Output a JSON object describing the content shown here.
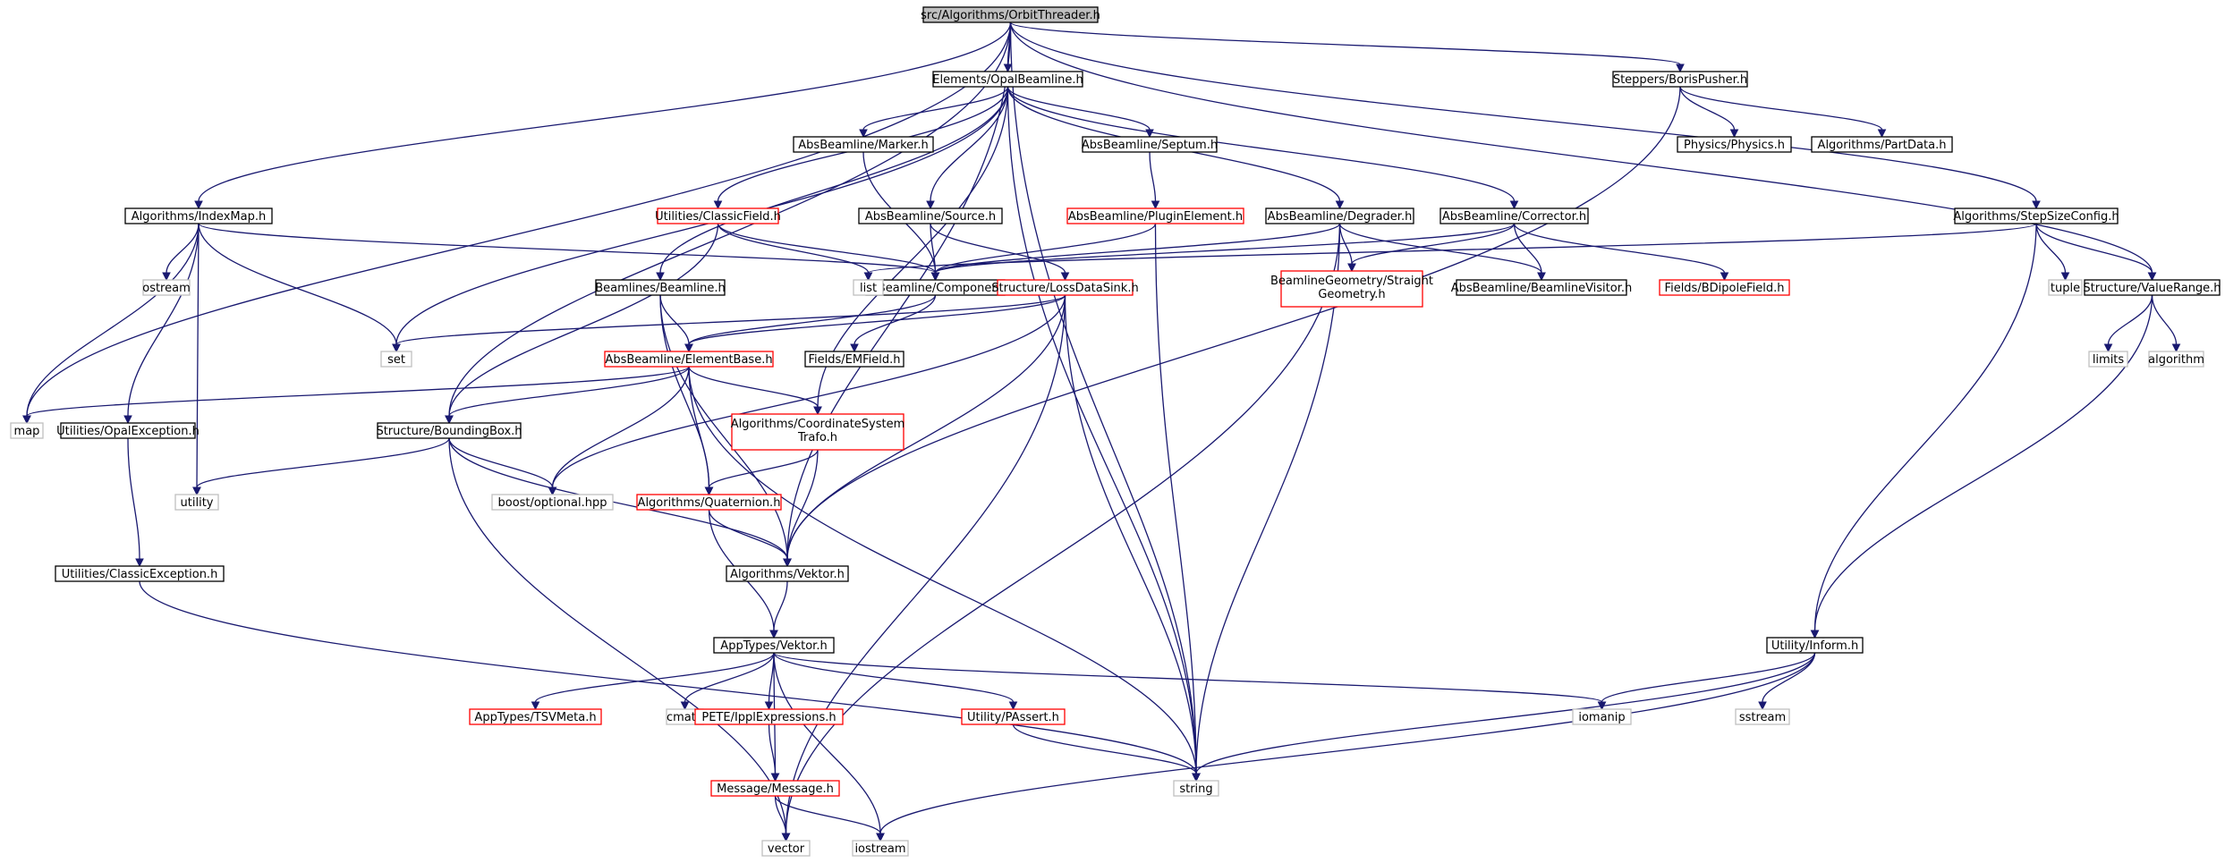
{
  "graph": {
    "colors": {
      "edge": "#191970",
      "root_fill": "#bfbfbf",
      "documented_border": "#000000",
      "truncated_border": "#ff0000",
      "external_border": "#bfbfbf",
      "external_text": "#000000"
    },
    "nodes": {
      "orbit": {
        "label": "src/Algorithms/OrbitThreader.h",
        "kind": "root"
      },
      "opal": {
        "label": "Elements/OpalBeamline.h",
        "kind": "normal"
      },
      "boris": {
        "label": "Steppers/BorisPusher.h",
        "kind": "normal"
      },
      "physics": {
        "label": "Physics/Physics.h",
        "kind": "normal"
      },
      "partdata": {
        "label": "Algorithms/PartData.h",
        "kind": "normal"
      },
      "marker": {
        "label": "AbsBeamline/Marker.h",
        "kind": "normal"
      },
      "septum": {
        "label": "AbsBeamline/Septum.h",
        "kind": "normal"
      },
      "indexmap": {
        "label": "Algorithms/IndexMap.h",
        "kind": "normal"
      },
      "classicfield": {
        "label": "Utilities/ClassicField.h",
        "kind": "truncated"
      },
      "source": {
        "label": "AbsBeamline/Source.h",
        "kind": "normal"
      },
      "plugin": {
        "label": "AbsBeamline/PluginElement.h",
        "kind": "truncated"
      },
      "degrader": {
        "label": "AbsBeamline/Degrader.h",
        "kind": "normal"
      },
      "corrector": {
        "label": "AbsBeamline/Corrector.h",
        "kind": "normal"
      },
      "stepsize": {
        "label": "Algorithms/StepSizeConfig.h",
        "kind": "normal"
      },
      "ostream": {
        "label": "ostream",
        "kind": "external"
      },
      "beamline": {
        "label": "Beamlines/Beamline.h",
        "kind": "normal"
      },
      "component": {
        "label": "AbsBeamline/Component.h",
        "kind": "normal"
      },
      "list": {
        "label": "list",
        "kind": "external"
      },
      "lossds": {
        "label": "Structure/LossDataSink.h",
        "kind": "truncated"
      },
      "straightgeo": {
        "label": "BeamlineGeometry/Straight",
        "label2": "Geometry.h",
        "kind": "truncated"
      },
      "visitor": {
        "label": "AbsBeamline/BeamlineVisitor.h",
        "kind": "normal"
      },
      "bdipole": {
        "label": "Fields/BDipoleField.h",
        "kind": "truncated"
      },
      "tuple": {
        "label": "tuple",
        "kind": "external"
      },
      "valuerange": {
        "label": "Structure/ValueRange.h",
        "kind": "normal"
      },
      "set": {
        "label": "set",
        "kind": "external"
      },
      "elementbase": {
        "label": "AbsBeamline/ElementBase.h",
        "kind": "truncated"
      },
      "emfield": {
        "label": "Fields/EMField.h",
        "kind": "normal"
      },
      "limits": {
        "label": "limits",
        "kind": "external"
      },
      "algorithm": {
        "label": "algorithm",
        "kind": "external"
      },
      "map": {
        "label": "map",
        "kind": "external"
      },
      "opalexc": {
        "label": "Utilities/OpalException.h",
        "kind": "normal"
      },
      "bbox": {
        "label": "Structure/BoundingBox.h",
        "kind": "normal"
      },
      "coordtrafo": {
        "label": "Algorithms/CoordinateSystem",
        "label2": "Trafo.h",
        "kind": "truncated"
      },
      "utility": {
        "label": "utility",
        "kind": "external"
      },
      "boostopt": {
        "label": "boost/optional.hpp",
        "kind": "external"
      },
      "quaternion": {
        "label": "Algorithms/Quaternion.h",
        "kind": "truncated"
      },
      "classicexc": {
        "label": "Utilities/ClassicException.h",
        "kind": "normal"
      },
      "algvektor": {
        "label": "Algorithms/Vektor.h",
        "kind": "normal"
      },
      "apptypesvektor": {
        "label": "AppTypes/Vektor.h",
        "kind": "normal"
      },
      "inform": {
        "label": "Utility/Inform.h",
        "kind": "normal"
      },
      "tsvmeta": {
        "label": "AppTypes/TSVMeta.h",
        "kind": "truncated"
      },
      "cmath": {
        "label": "cmath",
        "kind": "external"
      },
      "ipplexpr": {
        "label": "PETE/IpplExpressions.h",
        "kind": "truncated"
      },
      "passert": {
        "label": "Utility/PAssert.h",
        "kind": "truncated"
      },
      "iomanip": {
        "label": "iomanip",
        "kind": "external"
      },
      "sstream": {
        "label": "sstream",
        "kind": "external"
      },
      "message": {
        "label": "Message/Message.h",
        "kind": "truncated"
      },
      "string": {
        "label": "string",
        "kind": "external"
      },
      "vector": {
        "label": "vector",
        "kind": "external"
      },
      "iostream": {
        "label": "iostream",
        "kind": "external"
      }
    },
    "edges": [
      [
        "orbit",
        "opal"
      ],
      [
        "orbit",
        "boris"
      ],
      [
        "orbit",
        "indexmap"
      ],
      [
        "orbit",
        "stepsize"
      ],
      [
        "orbit",
        "valuerange"
      ],
      [
        "orbit",
        "map"
      ],
      [
        "orbit",
        "bbox"
      ],
      [
        "orbit",
        "algvektor"
      ],
      [
        "orbit",
        "string"
      ],
      [
        "opal",
        "marker"
      ],
      [
        "opal",
        "septum"
      ],
      [
        "opal",
        "classicfield"
      ],
      [
        "opal",
        "source"
      ],
      [
        "opal",
        "degrader"
      ],
      [
        "opal",
        "corrector"
      ],
      [
        "opal",
        "beamline"
      ],
      [
        "opal",
        "set"
      ],
      [
        "opal",
        "coordtrafo"
      ],
      [
        "opal",
        "string"
      ],
      [
        "boris",
        "physics"
      ],
      [
        "boris",
        "partdata"
      ],
      [
        "boris",
        "algvektor"
      ],
      [
        "marker",
        "component"
      ],
      [
        "septum",
        "plugin"
      ],
      [
        "indexmap",
        "component"
      ],
      [
        "indexmap",
        "ostream"
      ],
      [
        "indexmap",
        "set"
      ],
      [
        "indexmap",
        "map"
      ],
      [
        "indexmap",
        "opalexc"
      ],
      [
        "indexmap",
        "utility"
      ],
      [
        "classicfield",
        "component"
      ],
      [
        "classicfield",
        "list"
      ],
      [
        "classicfield",
        "bbox"
      ],
      [
        "source",
        "component"
      ],
      [
        "source",
        "lossds"
      ],
      [
        "plugin",
        "component"
      ],
      [
        "plugin",
        "string"
      ],
      [
        "degrader",
        "component"
      ],
      [
        "degrader",
        "straightgeo"
      ],
      [
        "degrader",
        "visitor"
      ],
      [
        "degrader",
        "string"
      ],
      [
        "degrader",
        "vector"
      ],
      [
        "corrector",
        "component"
      ],
      [
        "corrector",
        "straightgeo"
      ],
      [
        "corrector",
        "visitor"
      ],
      [
        "corrector",
        "bdipole"
      ],
      [
        "stepsize",
        "list"
      ],
      [
        "stepsize",
        "tuple"
      ],
      [
        "stepsize",
        "valuerange"
      ],
      [
        "stepsize",
        "inform"
      ],
      [
        "valuerange",
        "limits"
      ],
      [
        "valuerange",
        "algorithm"
      ],
      [
        "valuerange",
        "inform"
      ],
      [
        "beamline",
        "elementbase"
      ],
      [
        "beamline",
        "quaternion"
      ],
      [
        "beamline",
        "algvektor"
      ],
      [
        "component",
        "elementbase"
      ],
      [
        "component",
        "emfield"
      ],
      [
        "lossds",
        "set"
      ],
      [
        "lossds",
        "elementbase"
      ],
      [
        "lossds",
        "boostopt"
      ],
      [
        "lossds",
        "algvektor"
      ],
      [
        "lossds",
        "string"
      ],
      [
        "lossds",
        "vector"
      ],
      [
        "elementbase",
        "map"
      ],
      [
        "elementbase",
        "bbox"
      ],
      [
        "elementbase",
        "coordtrafo"
      ],
      [
        "elementbase",
        "boostopt"
      ],
      [
        "elementbase",
        "quaternion"
      ],
      [
        "elementbase",
        "string"
      ],
      [
        "opalexc",
        "classicexc"
      ],
      [
        "bbox",
        "utility"
      ],
      [
        "bbox",
        "boostopt"
      ],
      [
        "bbox",
        "algvektor"
      ],
      [
        "bbox",
        "vector"
      ],
      [
        "coordtrafo",
        "quaternion"
      ],
      [
        "coordtrafo",
        "algvektor"
      ],
      [
        "quaternion",
        "algvektor"
      ],
      [
        "quaternion",
        "apptypesvektor"
      ],
      [
        "classicexc",
        "string"
      ],
      [
        "algvektor",
        "apptypesvektor"
      ],
      [
        "apptypesvektor",
        "tsvmeta"
      ],
      [
        "apptypesvektor",
        "cmath"
      ],
      [
        "apptypesvektor",
        "ipplexpr"
      ],
      [
        "apptypesvektor",
        "passert"
      ],
      [
        "apptypesvektor",
        "message"
      ],
      [
        "apptypesvektor",
        "iomanip"
      ],
      [
        "apptypesvektor",
        "iostream"
      ],
      [
        "ipplexpr",
        "message"
      ],
      [
        "passert",
        "string"
      ],
      [
        "message",
        "vector"
      ],
      [
        "message",
        "iostream"
      ],
      [
        "inform",
        "iomanip"
      ],
      [
        "inform",
        "sstream"
      ],
      [
        "inform",
        "string"
      ],
      [
        "inform",
        "iostream"
      ]
    ]
  }
}
